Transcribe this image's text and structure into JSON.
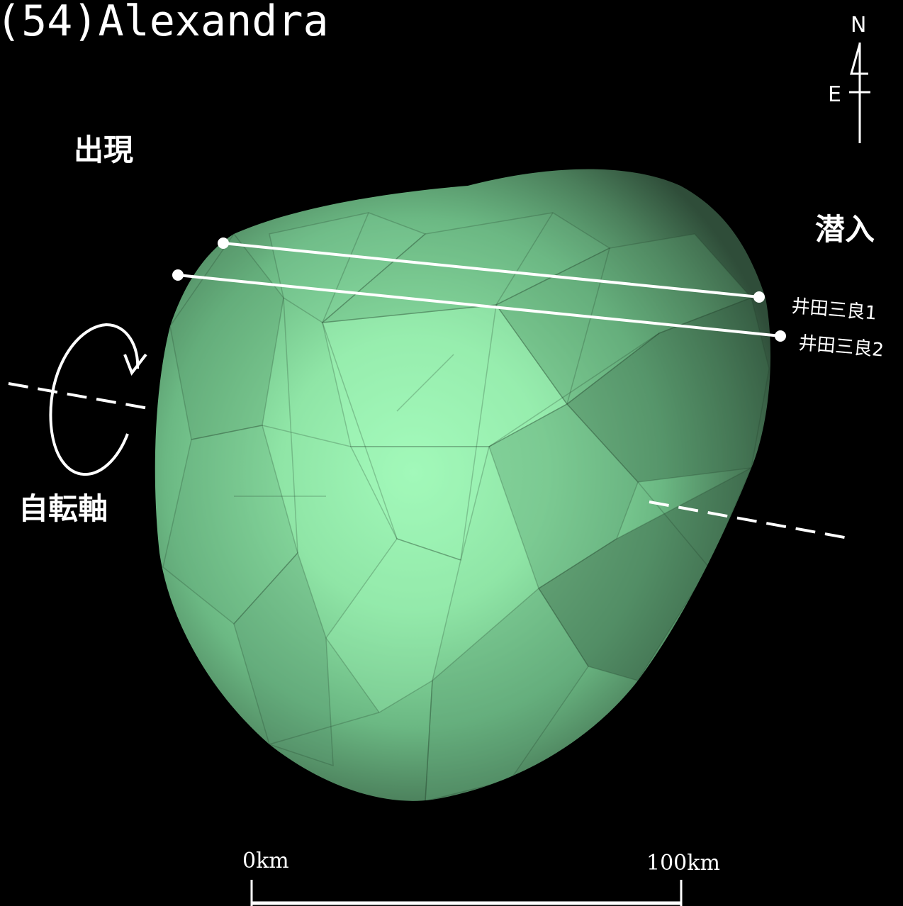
{
  "title": "(54)Alexandra",
  "compass": {
    "north": "N",
    "east": "E"
  },
  "labels": {
    "appearance": "出現",
    "disappearance": "潜入",
    "rotation_axis": "自転軸"
  },
  "chords": [
    {
      "observer": "井田三良1"
    },
    {
      "observer": "井田三良2"
    }
  ],
  "scale_bar": {
    "start_label": "0km",
    "end_label": "100km"
  },
  "colors": {
    "background": "#000000",
    "shape_light": "#9ef7b6",
    "shape_dark": "#2e4a36",
    "line": "#ffffff"
  }
}
